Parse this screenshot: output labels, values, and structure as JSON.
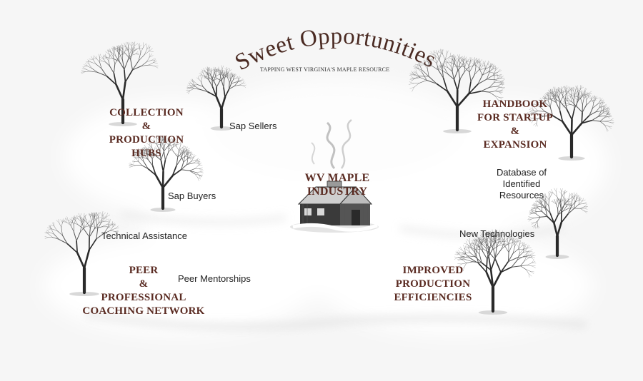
{
  "title": "Sweet Opportunities",
  "subtitle": "TAPPING WEST VIRGINIA'S MAPLE RESOURCE",
  "center": [
    "WV MAPLE",
    "INDUSTRY"
  ],
  "nodes": {
    "collection_hubs": [
      "COLLECTION",
      "&",
      "PRODUCTION",
      "HUBS"
    ],
    "handbook": [
      "HANDBOOK",
      "FOR STARTUP",
      "&",
      "EXPANSION"
    ],
    "peer_network": [
      "PEER",
      "&",
      "PROFESSIONAL",
      "COACHING NETWORK"
    ],
    "efficiencies": [
      "IMPROVED",
      "PRODUCTION",
      "EFFICIENCIES"
    ]
  },
  "items": {
    "sap_sellers": "Sap Sellers",
    "sap_buyers": "Sap Buyers",
    "technical_assistance": "Technical Assistance",
    "peer_mentorships": "Peer Mentorships",
    "database": [
      "Database of",
      "Identified",
      "Resources"
    ],
    "new_technologies": "New Technologies"
  },
  "colors": {
    "heading": "#5a2b22",
    "title": "#4a2a22",
    "text": "#222222",
    "background": "#f6f6f6"
  }
}
